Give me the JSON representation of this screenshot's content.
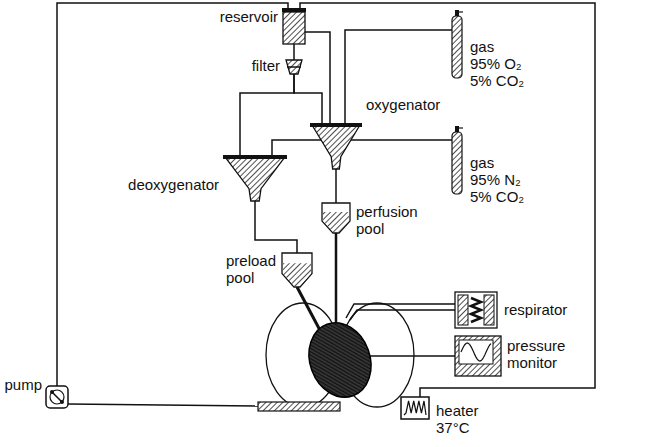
{
  "diagram": {
    "nodes": [
      {
        "text": [
          "reservoir"
        ]
      },
      {
        "text": [
          "gas",
          "95% O₂",
          "5% CO₂"
        ]
      },
      {
        "text": [
          "filter"
        ]
      },
      {
        "text": [
          "oxygenator"
        ]
      },
      {
        "text": [
          "gas",
          "95% N₂",
          "5% CO₂"
        ]
      },
      {
        "text": [
          "deoxygenator"
        ]
      },
      {
        "text": [
          "perfusion pool"
        ]
      },
      {
        "text": [
          "preload pool"
        ]
      },
      {
        "text": [
          "respirator"
        ]
      },
      {
        "text": [
          "pressure monitor"
        ]
      },
      {
        "text": [
          "pump"
        ]
      },
      {
        "text": [
          "heater",
          "37°C"
        ]
      }
    ],
    "edges": [
      {
        "from": 10,
        "to": 0,
        "arrow": "none"
      },
      {
        "from": 0,
        "to": 2,
        "arrow": "none"
      },
      {
        "from": 2,
        "to": 5,
        "arrow": "none"
      },
      {
        "from": 2,
        "to": 3,
        "arrow": "none"
      },
      {
        "from": 1,
        "to": 3,
        "arrow": "none"
      },
      {
        "from": 4,
        "to": 5,
        "arrow": "none"
      },
      {
        "from": 3,
        "to": 0,
        "arrow": "none"
      },
      {
        "from": 3,
        "to": 6,
        "arrow": "none"
      },
      {
        "from": 5,
        "to": 7,
        "arrow": "none"
      },
      {
        "from": 11,
        "to": 0,
        "arrow": "none"
      }
    ]
  }
}
